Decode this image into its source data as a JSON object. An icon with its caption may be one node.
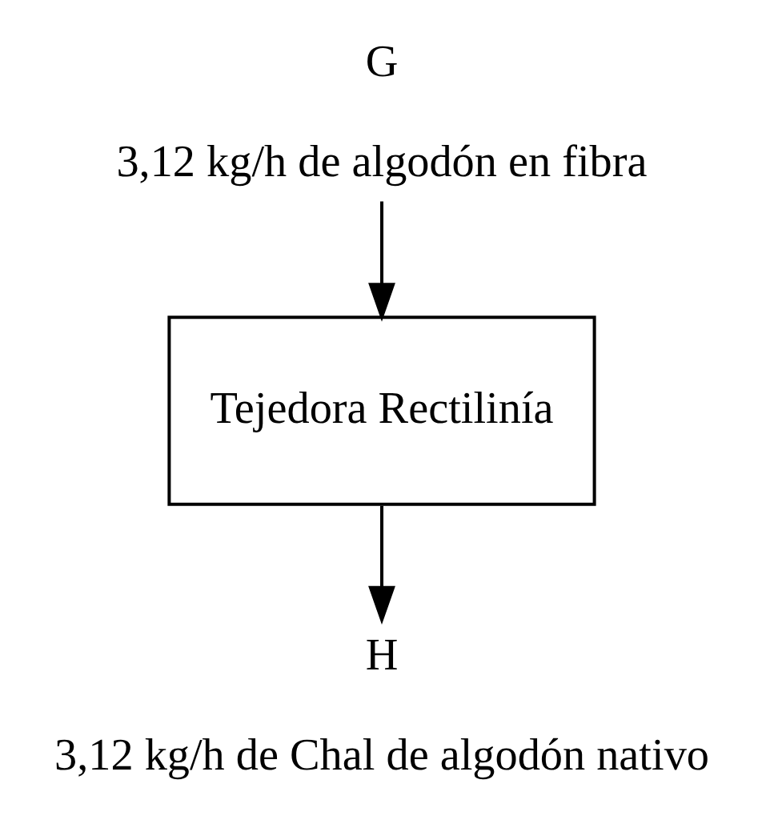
{
  "diagram": {
    "nodes": [
      {
        "text": [
          "G",
          "3,12 kg/h de algodón en fibra"
        ]
      },
      {
        "text": [
          "Tejedora Rectilinía"
        ]
      },
      {
        "text": [
          "H",
          "3,12 kg/h de Chal de algodón nativo"
        ]
      }
    ],
    "edges": [
      {
        "from": 0,
        "to": 1,
        "arrow": "to"
      },
      {
        "from": 1,
        "to": 2,
        "arrow": "to"
      }
    ]
  }
}
